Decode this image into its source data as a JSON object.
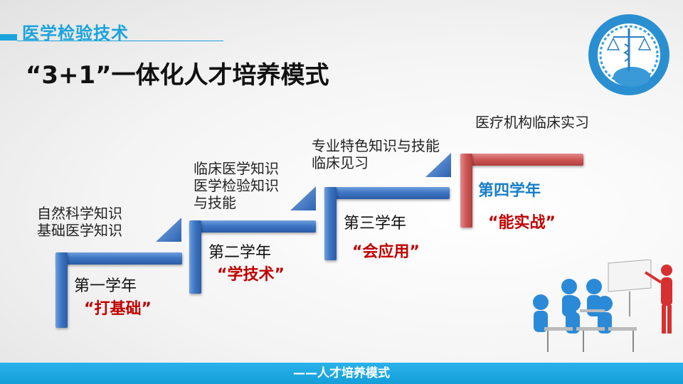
{
  "header": {
    "section_title": "医学检验技术",
    "main_title": "“3+1”一体化人才培养模式"
  },
  "steps": [
    {
      "year": "第一学年",
      "slogan": "“打基础”",
      "content": [
        "自然科学知识",
        "基础医学知识"
      ]
    },
    {
      "year": "第二学年",
      "slogan": "“学技术”",
      "content": [
        "临床医学知识",
        "医学检验知识",
        "与技能"
      ]
    },
    {
      "year": "第三学年",
      "slogan": "“会应用”",
      "content": [
        "专业特色知识与技能",
        "临床见习"
      ]
    },
    {
      "year": "第四学年",
      "slogan": "“能实战”",
      "content": [
        "医疗机构临床实习"
      ]
    }
  ],
  "footer": {
    "text": "——人才培养模式"
  },
  "colors": {
    "accent": "#1aa3dd",
    "step_blue": "#3f76c4",
    "step_red": "#cf5a5a",
    "slogan_red": "#c00000",
    "year4_blue": "#1a7fc8"
  }
}
